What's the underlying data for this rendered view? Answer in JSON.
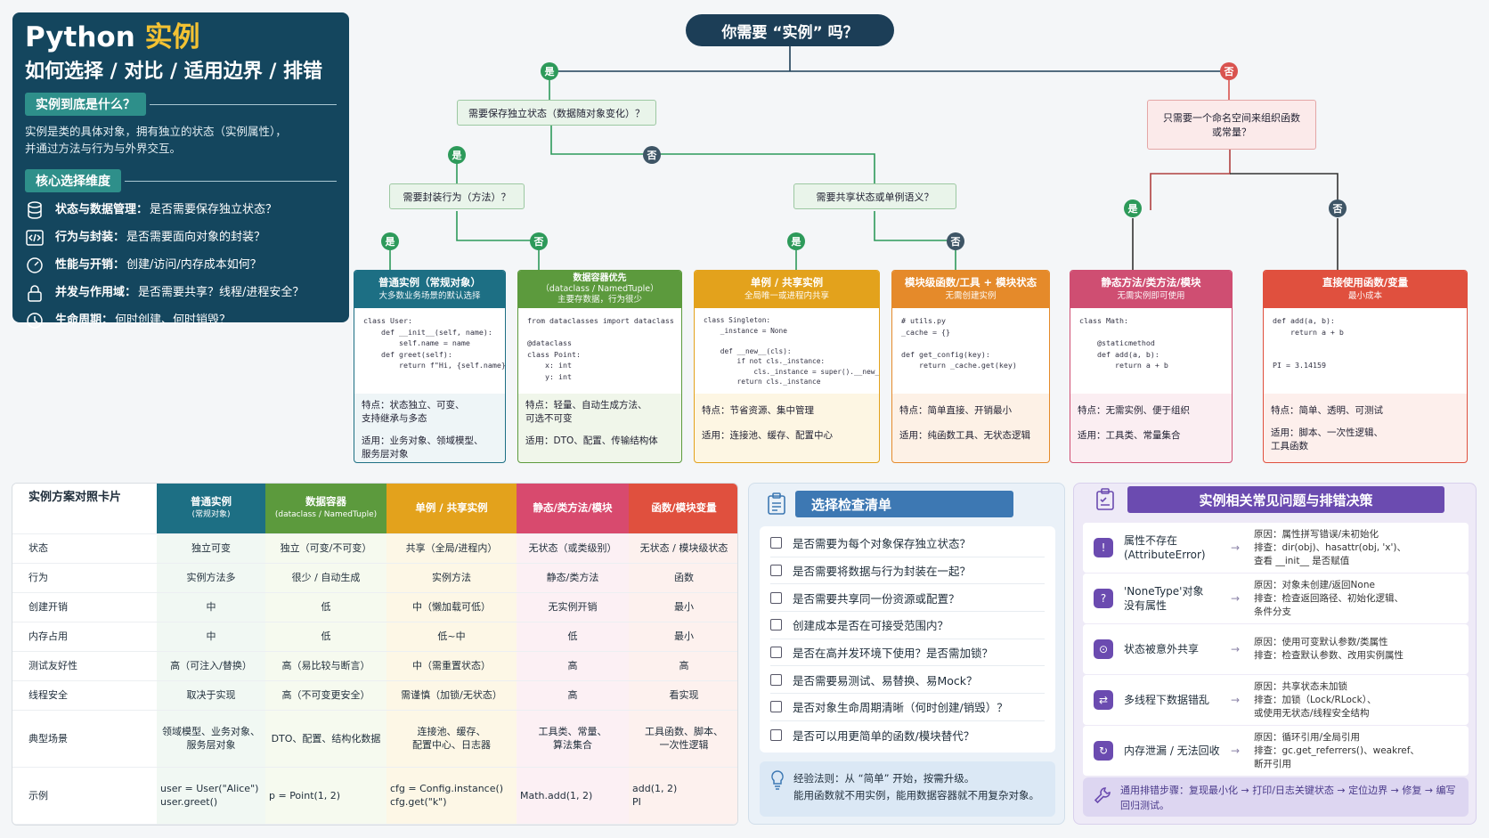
{
  "intro": {
    "title_a": "Python ",
    "title_b": "实例",
    "subtitle": "如何选择 / 对比 / 适用边界 / 排错",
    "what_pill": "实例到底是什么？",
    "what_desc_1": "实例是类的具体对象，拥有独立的状态（实例属性），",
    "what_desc_2": "并通过方法与行为与外界交互。",
    "dims_pill": "核心选择维度",
    "dims": [
      {
        "icon": "database-icon",
        "name": "状态与数据管理：",
        "text": "是否需要保存独立状态？"
      },
      {
        "icon": "code-icon",
        "name": "行为与封装：",
        "text": "是否需要面向对象的封装？"
      },
      {
        "icon": "speedometer-icon",
        "name": "性能与开销：",
        "text": "创建/访问/内存成本如何？"
      },
      {
        "icon": "lock-icon",
        "name": "并发与作用域：",
        "text": "是否需要共享？线程/进程安全？"
      },
      {
        "icon": "clock-icon",
        "name": "生命周期：",
        "text": "何时创建、何时销毁？"
      }
    ]
  },
  "flow": {
    "root": "你需要 “实例” 吗？",
    "yes": "是",
    "no": "否",
    "q_state": "需要保存独立状态（数据随对象变化）？",
    "q_namespace_1": "只需要一个命名空间来组织函数",
    "q_namespace_2": "或常量？",
    "q_behavior": "需要封装行为（方法）？",
    "q_shared": "需要共享状态或单例语义？"
  },
  "cards": [
    {
      "title": "普通实例（常规对象）",
      "sub": "大多数业务场景的默认选择",
      "code": "class User:\n    def __init__(self, name):\n        self.name = name\n    def greet(self):\n        return f\"Hi, {self.name}\"",
      "feat": "特点：状态独立、可变、\n支持继承与多态",
      "use": "适用：业务对象、领域模型、\n服务层对象",
      "color": "#1d6f84"
    },
    {
      "title": "数据容器优先",
      "sub": "（dataclass / NamedTuple）\n主要存数据，行为很少",
      "code": "from dataclasses import dataclass\n\n@dataclass\nclass Point:\n    x: int\n    y: int",
      "feat": "特点：轻量、自动生成方法、\n可选不可变",
      "use": "适用：DTO、配置、传输结构体",
      "color": "#5c9a3d"
    },
    {
      "title": "单例 / 共享实例",
      "sub": "全局唯一或进程内共享",
      "code": "class Singleton:\n    _instance = None\n\n    def __new__(cls):\n        if not cls._instance:\n            cls._instance = super().__new__(cls)\n        return cls._instance",
      "feat": "特点：节省资源、集中管理",
      "use": "适用：连接池、缓存、配置中心",
      "color": "#e3a21c"
    },
    {
      "title": "模块级函数/工具 + 模块状态",
      "sub": "无需创建实例",
      "code": "# utils.py\n_cache = {}\n\ndef get_config(key):\n    return _cache.get(key)",
      "feat": "特点：简单直接、开销最小",
      "use": "适用：纯函数工具、无状态逻辑",
      "color": "#e58a2a"
    },
    {
      "title": "静态方法/类方法/模块",
      "sub": "无需实例即可使用",
      "code": "class Math:\n\n    @staticmethod\n    def add(a, b):\n        return a + b",
      "feat": "特点：无需实例、便于组织",
      "use": "适用：工具类、常量集合",
      "color": "#cf4e72"
    },
    {
      "title": "直接使用函数/变量",
      "sub": "最小成本",
      "code": "def add(a, b):\n    return a + b\n\n\nPI = 3.14159",
      "feat": "特点：简单、透明、可测试",
      "use": "适用：脚本、一次性逻辑、\n工具函数",
      "color": "#e0503e"
    }
  ],
  "comparison": {
    "title": "实例方案对照卡片",
    "columns": [
      {
        "name": "普通实例",
        "sub": "(常规对象)",
        "color": "#1d6f84"
      },
      {
        "name": "数据容器",
        "sub": "(dataclass / NamedTuple)",
        "color": "#5c9a3d"
      },
      {
        "name": "单例 / 共享实例",
        "sub": "",
        "color": "#e3a21c"
      },
      {
        "name": "静态/类方法/模块",
        "sub": "",
        "color": "#d84a6e"
      },
      {
        "name": "函数/模块变量",
        "sub": "",
        "color": "#e0503e"
      }
    ],
    "rows": [
      [
        "状态",
        "独立可变",
        "独立（可变/不可变）",
        "共享（全局/进程内）",
        "无状态（或类级别）",
        "无状态 / 模块级状态"
      ],
      [
        "行为",
        "实例方法多",
        "很少 / 自动生成",
        "实例方法",
        "静态/类方法",
        "函数"
      ],
      [
        "创建开销",
        "中",
        "低",
        "中（懒加载可低）",
        "无实例开销",
        "最小"
      ],
      [
        "内存占用",
        "中",
        "低",
        "低~中",
        "低",
        "最小"
      ],
      [
        "测试友好性",
        "高（可注入/替换）",
        "高（易比较与断言）",
        "中（需重置状态）",
        "高",
        "高"
      ],
      [
        "线程安全",
        "取决于实现",
        "高（不可变更安全）",
        "需谨慎（加锁/无状态）",
        "高",
        "看实现"
      ],
      [
        "典型场景",
        "领域模型、业务对象、\n服务层对象",
        "DTO、配置、结构化数据",
        "连接池、缓存、\n配置中心、日志器",
        "工具类、常量、\n算法集合",
        "工具函数、脚本、\n一次性逻辑"
      ],
      [
        "示例",
        "user = User(\"Alice\")\nuser.greet()",
        "p = Point(1, 2)",
        "cfg = Config.instance()\ncfg.get(\"k\")",
        "Math.add(1, 2)",
        "add(1, 2)\nPI"
      ]
    ]
  },
  "checklist": {
    "title": "选择检查清单",
    "items": [
      "是否需要为每个对象保存独立状态？",
      "是否需要将数据与行为封装在一起？",
      "是否需要共享同一份资源或配置？",
      "创建成本是否在可接受范围内？",
      "是否在高并发环境下使用？是否需加锁？",
      "是否需要易测试、易替换、易Mock？",
      "是否对象生命周期清晰（何时创建/销毁）？",
      "是否可以用更简单的函数/模块替代？"
    ],
    "rule_1": "经验法则：从 “简单” 开始，按需升级。",
    "rule_2": "能用函数就不用实例，能用数据容器就不用复杂对象。"
  },
  "trouble": {
    "title": "实例相关常见问题与排错决策",
    "rows": [
      {
        "name": "属性不存在\n(AttributeError)",
        "cause": "原因：属性拼写错误/未初始化",
        "fix": "排查：dir(obj)、hasattr(obj, 'x')、\n查看 __init__ 是否赋值"
      },
      {
        "name": "'NoneType'对象\n没有属性",
        "cause": "原因：对象未创建/返回None",
        "fix": "排查：检查返回路径、初始化逻辑、\n条件分支"
      },
      {
        "name": "状态被意外共享",
        "cause": "原因：使用可变默认参数/类属性",
        "fix": "排查：检查默认参数、改用实例属性"
      },
      {
        "name": "多线程下数据错乱",
        "cause": "原因：共享状态未加锁",
        "fix": "排查：加锁（Lock/RLock）、\n或使用无状态/线程安全结构"
      },
      {
        "name": "内存泄漏 / 无法回收",
        "cause": "原因：循环引用/全局引用",
        "fix": "排查：gc.get_referrers()、weakref、\n断开引用"
      }
    ],
    "foot": "通用排错步骤：复现最小化 → 打印/日志关键状态 → 定位边界 → 修复 → 编写回归测试。"
  }
}
